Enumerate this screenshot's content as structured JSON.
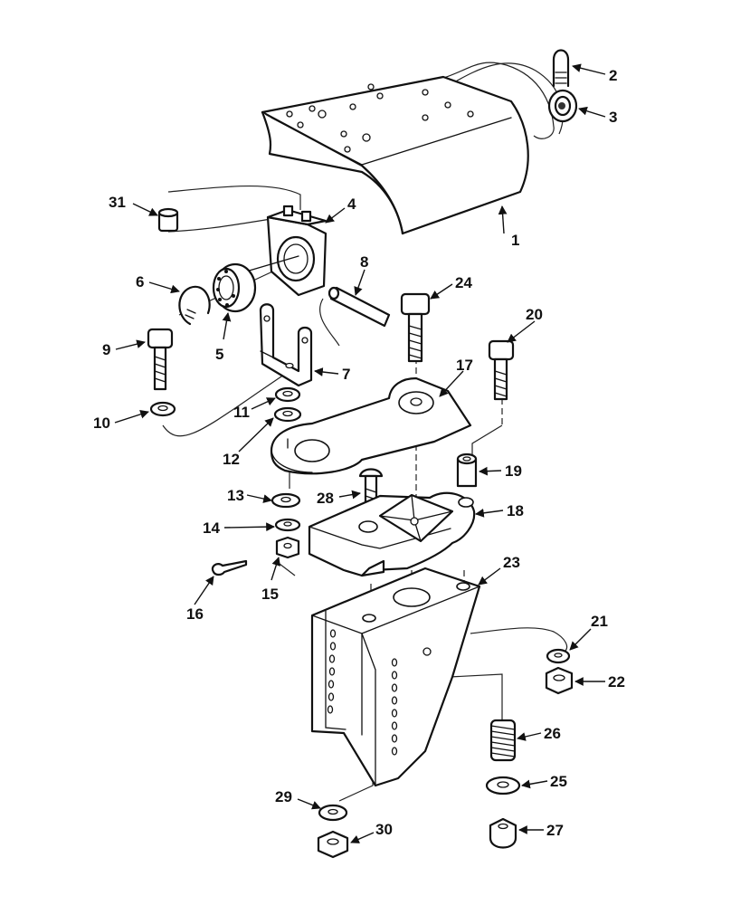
{
  "diagram": {
    "callouts": [
      "1",
      "2",
      "3",
      "4",
      "5",
      "6",
      "7",
      "8",
      "9",
      "10",
      "11",
      "12",
      "13",
      "14",
      "15",
      "16",
      "17",
      "18",
      "19",
      "20",
      "21",
      "22",
      "23",
      "24",
      "25",
      "26",
      "27",
      "28",
      "29",
      "30",
      "31"
    ]
  }
}
